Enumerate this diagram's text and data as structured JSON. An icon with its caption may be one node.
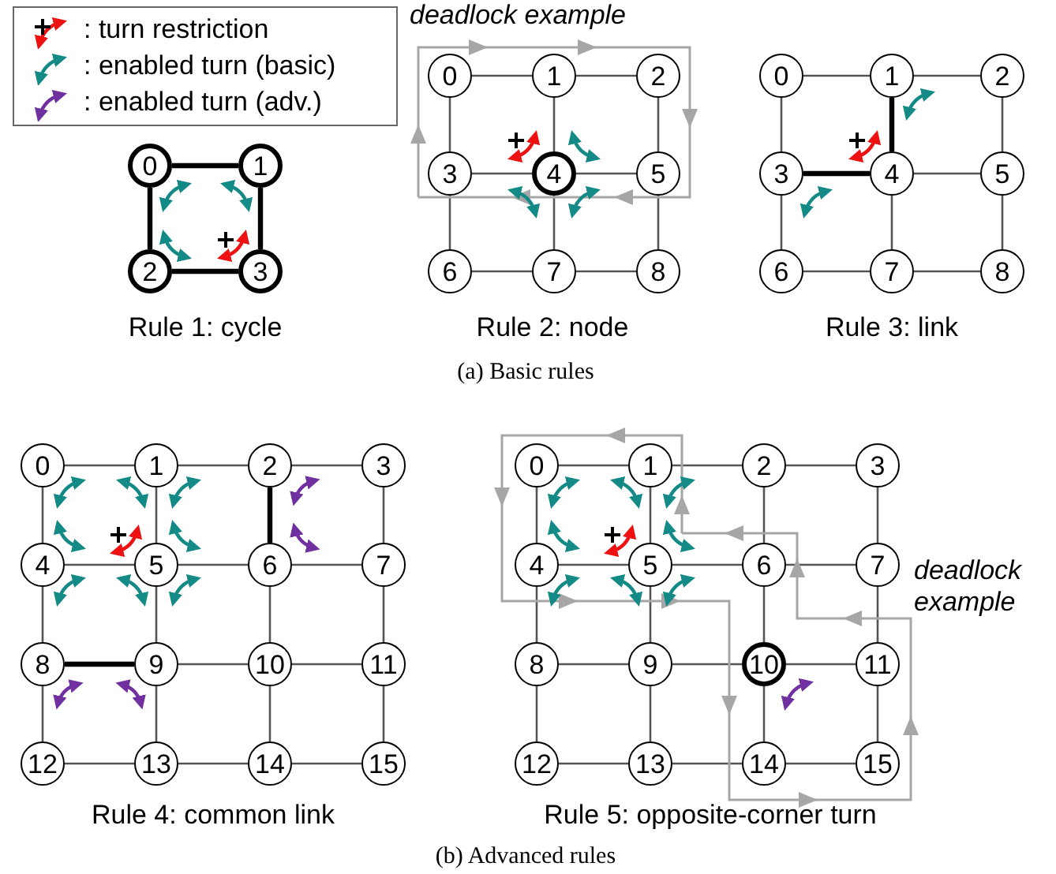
{
  "diagram": {
    "nodes": [
      {
        "text": [
          "0"
        ]
      },
      {
        "text": [
          "1"
        ]
      },
      {
        "text": [
          "2"
        ]
      },
      {
        "text": [
          "3"
        ]
      },
      {
        "text": [
          "0"
        ]
      },
      {
        "text": [
          "1"
        ]
      },
      {
        "text": [
          "2"
        ]
      },
      {
        "text": [
          "3"
        ]
      },
      {
        "text": [
          "4"
        ]
      },
      {
        "text": [
          "5"
        ]
      },
      {
        "text": [
          "6"
        ]
      },
      {
        "text": [
          "7"
        ]
      },
      {
        "text": [
          "8"
        ]
      },
      {
        "text": [
          "0"
        ]
      },
      {
        "text": [
          "1"
        ]
      },
      {
        "text": [
          "2"
        ]
      },
      {
        "text": [
          "3"
        ]
      },
      {
        "text": [
          "4"
        ]
      },
      {
        "text": [
          "5"
        ]
      },
      {
        "text": [
          "6"
        ]
      },
      {
        "text": [
          "7"
        ]
      },
      {
        "text": [
          "8"
        ]
      },
      {
        "text": [
          "0"
        ]
      },
      {
        "text": [
          "1"
        ]
      },
      {
        "text": [
          "2"
        ]
      },
      {
        "text": [
          "3"
        ]
      },
      {
        "text": [
          "4"
        ]
      },
      {
        "text": [
          "5"
        ]
      },
      {
        "text": [
          "6"
        ]
      },
      {
        "text": [
          "7"
        ]
      },
      {
        "text": [
          "8"
        ]
      },
      {
        "text": [
          "9"
        ]
      },
      {
        "text": [
          "10"
        ]
      },
      {
        "text": [
          "11"
        ]
      },
      {
        "text": [
          "12"
        ]
      },
      {
        "text": [
          "13"
        ]
      },
      {
        "text": [
          "14"
        ]
      },
      {
        "text": [
          "15"
        ]
      },
      {
        "text": [
          "0"
        ]
      },
      {
        "text": [
          "1"
        ]
      },
      {
        "text": [
          "2"
        ]
      },
      {
        "text": [
          "3"
        ]
      },
      {
        "text": [
          "4"
        ]
      },
      {
        "text": [
          "5"
        ]
      },
      {
        "text": [
          "6"
        ]
      },
      {
        "text": [
          "7"
        ]
      },
      {
        "text": [
          "8"
        ]
      },
      {
        "text": [
          "9"
        ]
      },
      {
        "text": [
          "10"
        ]
      },
      {
        "text": [
          "11"
        ]
      },
      {
        "text": [
          "12"
        ]
      },
      {
        "text": [
          "13"
        ]
      },
      {
        "text": [
          "14"
        ]
      },
      {
        "text": [
          "15"
        ]
      }
    ],
    "edges": [
      {
        "from": 0,
        "to": 1,
        "arrow": "none",
        "style": "thick"
      },
      {
        "from": 0,
        "to": 2,
        "arrow": "none",
        "style": "thick"
      },
      {
        "from": 1,
        "to": 3,
        "arrow": "none",
        "style": "thick"
      },
      {
        "from": 2,
        "to": 3,
        "arrow": "none",
        "style": "thick"
      },
      {
        "from": 4,
        "to": 5,
        "arrow": "none"
      },
      {
        "from": 5,
        "to": 6,
        "arrow": "none"
      },
      {
        "from": 4,
        "to": 7,
        "arrow": "none"
      },
      {
        "from": 5,
        "to": 8,
        "arrow": "none"
      },
      {
        "from": 6,
        "to": 9,
        "arrow": "none"
      },
      {
        "from": 7,
        "to": 8,
        "arrow": "none"
      },
      {
        "from": 8,
        "to": 9,
        "arrow": "none"
      },
      {
        "from": 7,
        "to": 10,
        "arrow": "none"
      },
      {
        "from": 8,
        "to": 11,
        "arrow": "none"
      },
      {
        "from": 9,
        "to": 12,
        "arrow": "none"
      },
      {
        "from": 10,
        "to": 11,
        "arrow": "none"
      },
      {
        "from": 11,
        "to": 12,
        "arrow": "none"
      },
      {
        "from": 13,
        "to": 14,
        "arrow": "none"
      },
      {
        "from": 14,
        "to": 15,
        "arrow": "none"
      },
      {
        "from": 13,
        "to": 16,
        "arrow": "none"
      },
      {
        "from": 14,
        "to": 17,
        "arrow": "none",
        "style": "thick"
      },
      {
        "from": 15,
        "to": 18,
        "arrow": "none"
      },
      {
        "from": 16,
        "to": 17,
        "arrow": "none",
        "style": "thick"
      },
      {
        "from": 17,
        "to": 18,
        "arrow": "none"
      },
      {
        "from": 16,
        "to": 19,
        "arrow": "none"
      },
      {
        "from": 17,
        "to": 20,
        "arrow": "none"
      },
      {
        "from": 18,
        "to": 21,
        "arrow": "none"
      },
      {
        "from": 19,
        "to": 20,
        "arrow": "none"
      },
      {
        "from": 20,
        "to": 21,
        "arrow": "none"
      },
      {
        "from": 22,
        "to": 23,
        "arrow": "none"
      },
      {
        "from": 23,
        "to": 24,
        "arrow": "none"
      },
      {
        "from": 24,
        "to": 25,
        "arrow": "none"
      },
      {
        "from": 22,
        "to": 26,
        "arrow": "none"
      },
      {
        "from": 23,
        "to": 27,
        "arrow": "none"
      },
      {
        "from": 24,
        "to": 28,
        "arrow": "none",
        "style": "thick"
      },
      {
        "from": 25,
        "to": 29,
        "arrow": "none"
      },
      {
        "from": 26,
        "to": 27,
        "arrow": "none"
      },
      {
        "from": 27,
        "to": 28,
        "arrow": "none"
      },
      {
        "from": 28,
        "to": 29,
        "arrow": "none"
      },
      {
        "from": 26,
        "to": 30,
        "arrow": "none"
      },
      {
        "from": 27,
        "to": 31,
        "arrow": "none"
      },
      {
        "from": 28,
        "to": 32,
        "arrow": "none"
      },
      {
        "from": 29,
        "to": 33,
        "arrow": "none"
      },
      {
        "from": 30,
        "to": 31,
        "arrow": "none",
        "style": "thick"
      },
      {
        "from": 31,
        "to": 32,
        "arrow": "none"
      },
      {
        "from": 32,
        "to": 33,
        "arrow": "none"
      },
      {
        "from": 30,
        "to": 34,
        "arrow": "none"
      },
      {
        "from": 31,
        "to": 35,
        "arrow": "none"
      },
      {
        "from": 32,
        "to": 36,
        "arrow": "none"
      },
      {
        "from": 33,
        "to": 37,
        "arrow": "none"
      },
      {
        "from": 34,
        "to": 35,
        "arrow": "none"
      },
      {
        "from": 35,
        "to": 36,
        "arrow": "none"
      },
      {
        "from": 36,
        "to": 37,
        "arrow": "none"
      },
      {
        "from": 38,
        "to": 39,
        "arrow": "none"
      },
      {
        "from": 39,
        "to": 40,
        "arrow": "none"
      },
      {
        "from": 40,
        "to": 41,
        "arrow": "none"
      },
      {
        "from": 38,
        "to": 42,
        "arrow": "none"
      },
      {
        "from": 39,
        "to": 43,
        "arrow": "none"
      },
      {
        "from": 40,
        "to": 44,
        "arrow": "none"
      },
      {
        "from": 41,
        "to": 45,
        "arrow": "none"
      },
      {
        "from": 42,
        "to": 43,
        "arrow": "none"
      },
      {
        "from": 43,
        "to": 44,
        "arrow": "none"
      },
      {
        "from": 44,
        "to": 45,
        "arrow": "none"
      },
      {
        "from": 42,
        "to": 46,
        "arrow": "none"
      },
      {
        "from": 43,
        "to": 47,
        "arrow": "none"
      },
      {
        "from": 44,
        "to": 48,
        "arrow": "none"
      },
      {
        "from": 45,
        "to": 49,
        "arrow": "none"
      },
      {
        "from": 46,
        "to": 47,
        "arrow": "none"
      },
      {
        "from": 47,
        "to": 48,
        "arrow": "none"
      },
      {
        "from": 48,
        "to": 49,
        "arrow": "none"
      },
      {
        "from": 46,
        "to": 50,
        "arrow": "none"
      },
      {
        "from": 47,
        "to": 51,
        "arrow": "none"
      },
      {
        "from": 48,
        "to": 52,
        "arrow": "none"
      },
      {
        "from": 49,
        "to": 53,
        "arrow": "none"
      },
      {
        "from": 50,
        "to": 51,
        "arrow": "none"
      },
      {
        "from": 51,
        "to": 52,
        "arrow": "none"
      },
      {
        "from": 52,
        "to": 53,
        "arrow": "none"
      }
    ],
    "labels": [
      "deadlock example",
      "Rule 1: cycle",
      "Rule 2: node",
      "Rule 3: link",
      "(a) Basic rules",
      "deadlock example",
      "Rule 4: common link",
      "Rule 5: opposite-corner turn",
      "(b) Advanced rules"
    ],
    "legend": [
      {
        "text": ": turn restriction"
      },
      {
        "text": ": enabled turn (basic)"
      },
      {
        "text": ": enabled turn (adv.)"
      }
    ]
  }
}
